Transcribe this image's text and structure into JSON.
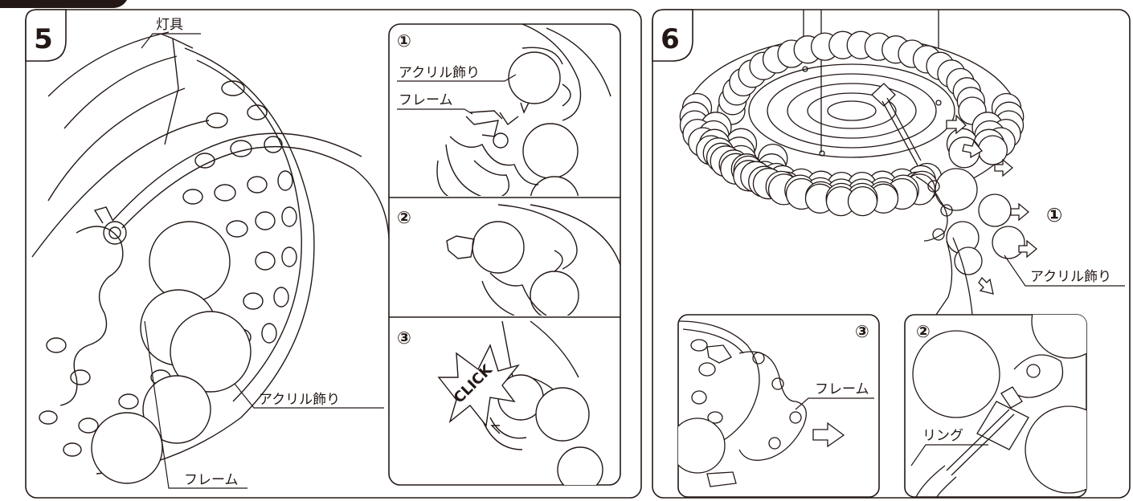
{
  "steps": [
    {
      "number": "5",
      "labels": {
        "lamp_body": "灯具",
        "acrylic": "アクリル飾り",
        "frame": "フレーム"
      },
      "substeps": [
        {
          "marker": "①",
          "labels": {
            "acrylic": "アクリル飾り",
            "frame": "フレーム"
          }
        },
        {
          "marker": "②"
        },
        {
          "marker": "③",
          "sound": "CLICK"
        }
      ]
    },
    {
      "number": "6",
      "labels": {
        "marker_1": "①",
        "acrylic": "アクリル飾り"
      },
      "substeps": [
        {
          "marker": "③",
          "labels": {
            "frame": "フレーム"
          }
        },
        {
          "marker": "②",
          "labels": {
            "ring": "リング"
          }
        }
      ]
    }
  ],
  "colors": {
    "line": "#231815",
    "background": "#ffffff"
  }
}
